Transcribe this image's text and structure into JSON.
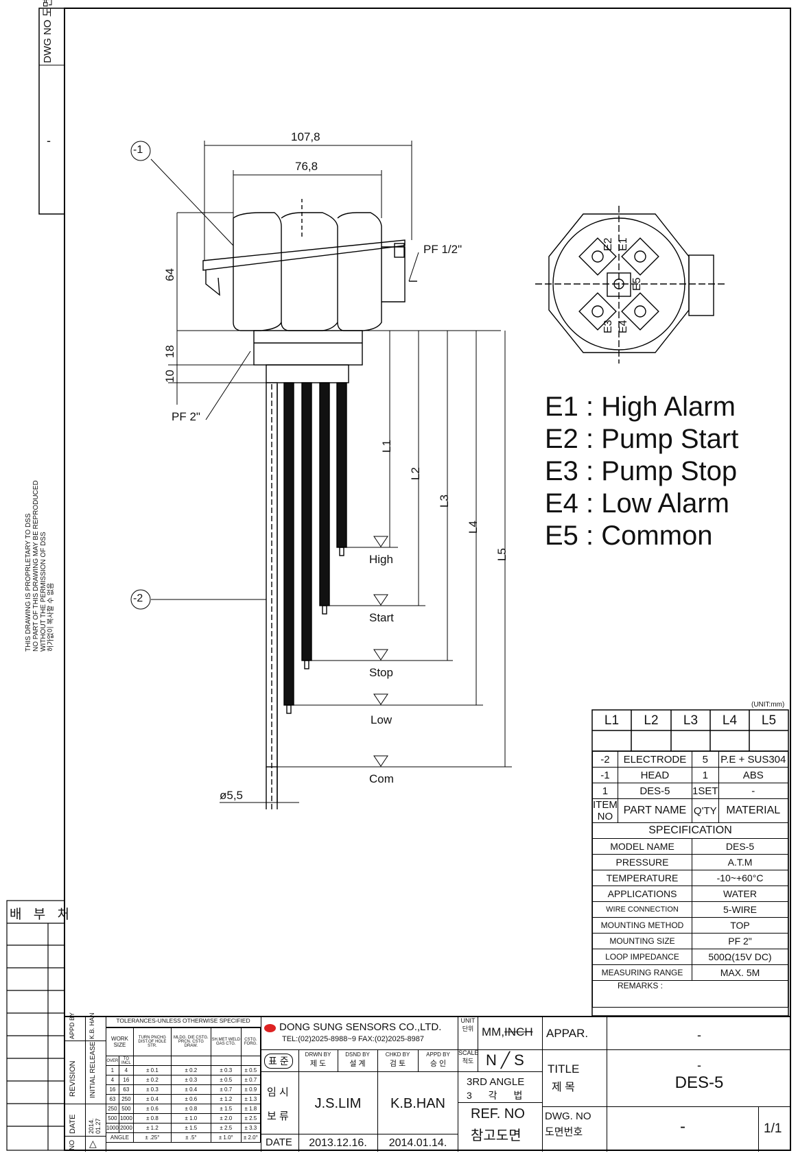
{
  "margin": {
    "dwg_no_label": "DWG NO",
    "dwg_no_label_kr": "도면번호",
    "dwg_no_value": "-",
    "notice": [
      "THIS DRAWING IS PROPRLETARY TO DSS",
      "NO PART OF THIS DRAWING MAY BE REPRODUCED",
      "WITHOUT THE PERMISSION OF DSS",
      "허가없이 복사할 수 없음"
    ],
    "distribution": "배 부 처"
  },
  "drawing": {
    "dims": {
      "d1": "107,8",
      "d2": "76,8",
      "h64": "64",
      "h18": "18",
      "h10": "10",
      "dia": "ø5,5",
      "thread1": "PF 1/2\"",
      "thread2": "PF 2\"",
      "c1": "-1",
      "c2": "-2"
    },
    "L": [
      "L1",
      "L2",
      "L3",
      "L4",
      "L5"
    ],
    "levels": [
      "High",
      "Start",
      "Stop",
      "Low",
      "Com"
    ],
    "top_labels": [
      "E2",
      "E1",
      "E5",
      "E3",
      "E4"
    ]
  },
  "legend": [
    "E1 : High Alarm",
    "E2 : Pump Start",
    "E3 : Pump Stop",
    "E4 : Low Alarm",
    "E5 : Common"
  ],
  "unit": "(UNIT:mm)",
  "L_table": {
    "headers": [
      "L1",
      "L2",
      "L3",
      "L4",
      "L5"
    ],
    "values": [
      "",
      "",
      "",
      "",
      ""
    ]
  },
  "bom": {
    "rows": [
      [
        "-2",
        "ELECTRODE",
        "5",
        "P.E + SUS304"
      ],
      [
        "-1",
        "HEAD",
        "1",
        "ABS"
      ],
      [
        "1",
        "DES-5",
        "1SET",
        "-"
      ]
    ],
    "header": [
      "ITEM NO",
      "PART NAME",
      "Q'TY",
      "MATERIAL"
    ]
  },
  "spec": {
    "title": "SPECIFICATION",
    "rows": [
      [
        "MODEL NAME",
        "DES-5"
      ],
      [
        "PRESSURE",
        "A.T.M"
      ],
      [
        "TEMPERATURE",
        "-10~+60°C"
      ],
      [
        "APPLICATIONS",
        "WATER"
      ],
      [
        "WIRE CONNECTION",
        "5-WIRE"
      ],
      [
        "MOUNTING METHOD",
        "TOP"
      ],
      [
        "MOUNTING SIZE",
        "PF 2\""
      ],
      [
        "LOOP IMPEDANCE",
        "500Ω(15V DC)"
      ],
      [
        "MEASURING RANGE",
        "MAX. 5M"
      ]
    ],
    "remarks": "REMARKS :"
  },
  "tb": {
    "company": "DONG SUNG SENSORS CO.,LTD.",
    "tel": "TEL:(02)2025-8988~9  FAX:(02)2025-8987",
    "unit_label": "UNIT 단위",
    "unit_value": "MM,",
    "unit_struck": "INCH",
    "scale_label": "SCALE 척도",
    "scale_value": "N╱S",
    "angle": "3RD ANGLE",
    "angle_kr": "3 각 법",
    "appar": "APPAR.",
    "appar_val": "-",
    "title_label": "TITLE",
    "title_kr": "제 목",
    "title_val_dash": "-",
    "title_val": "DES-5",
    "ref": "REF. NO",
    "ref_kr": "참고도면",
    "dwg": "DWG. NO",
    "dwg_kr": "도면번호",
    "dwg_val": "-",
    "sheet": "1/1",
    "std": "표 준",
    "temp": "임 시",
    "hold": "보 류",
    "date": "DATE",
    "roles": [
      [
        "DRWN BY",
        "제 도"
      ],
      [
        "DSND BY",
        "설 계"
      ],
      [
        "CHKD BY",
        "검 토"
      ],
      [
        "APPD BY",
        "승 인"
      ]
    ],
    "drawn_by": "J.S.LIM",
    "checked_by": "K.B.HAN",
    "date1": "2013.12.16.",
    "date2": "2014.01.14.",
    "rev": {
      "appd": "APPD BY",
      "kb": "K.B. HAN",
      "revision": "REVISION",
      "initial": "INITIAL RELEASE",
      "date_l": "DATE",
      "date_v": "2014. 01.27",
      "no": "NO",
      "tri": "△"
    },
    "tol_title": "TOLERANCES-UNLESS OTHERWISE SPECIFIED",
    "tol_head": [
      "WORK",
      "SIZE",
      "TURN PNCHG DIST.OF HOLE STR.",
      "MLDG. DIE CSTG. PRCN. CSTG DRAW.",
      "SH.MET WELD GAS CTG.",
      "CSTG. FORG."
    ],
    "tol_rows": [
      [
        "1",
        "4",
        "± 0.1",
        "± 0.2",
        "± 0.3",
        "± 0.5"
      ],
      [
        "4",
        "16",
        "± 0.2",
        "± 0.3",
        "± 0.5",
        "± 0.7"
      ],
      [
        "16",
        "63",
        "± 0.3",
        "± 0.4",
        "± 0.7",
        "± 0.9"
      ],
      [
        "63",
        "250",
        "± 0.4",
        "± 0.6",
        "± 1.2",
        "± 1.3"
      ],
      [
        "250",
        "500",
        "± 0.6",
        "± 0.8",
        "± 1.5",
        "± 1.8"
      ],
      [
        "500",
        "1000",
        "± 0.8",
        "± 1.0",
        "± 2.0",
        "± 2.5"
      ],
      [
        "1000",
        "2000",
        "± 1.2",
        "± 1.5",
        "± 2.5",
        "± 3.3"
      ],
      [
        "ANGLE",
        "",
        "± .25°",
        "± .5°",
        "± 1.0°",
        "± 2.0°"
      ]
    ],
    "over": "OVER",
    "to": "TO INCL"
  }
}
